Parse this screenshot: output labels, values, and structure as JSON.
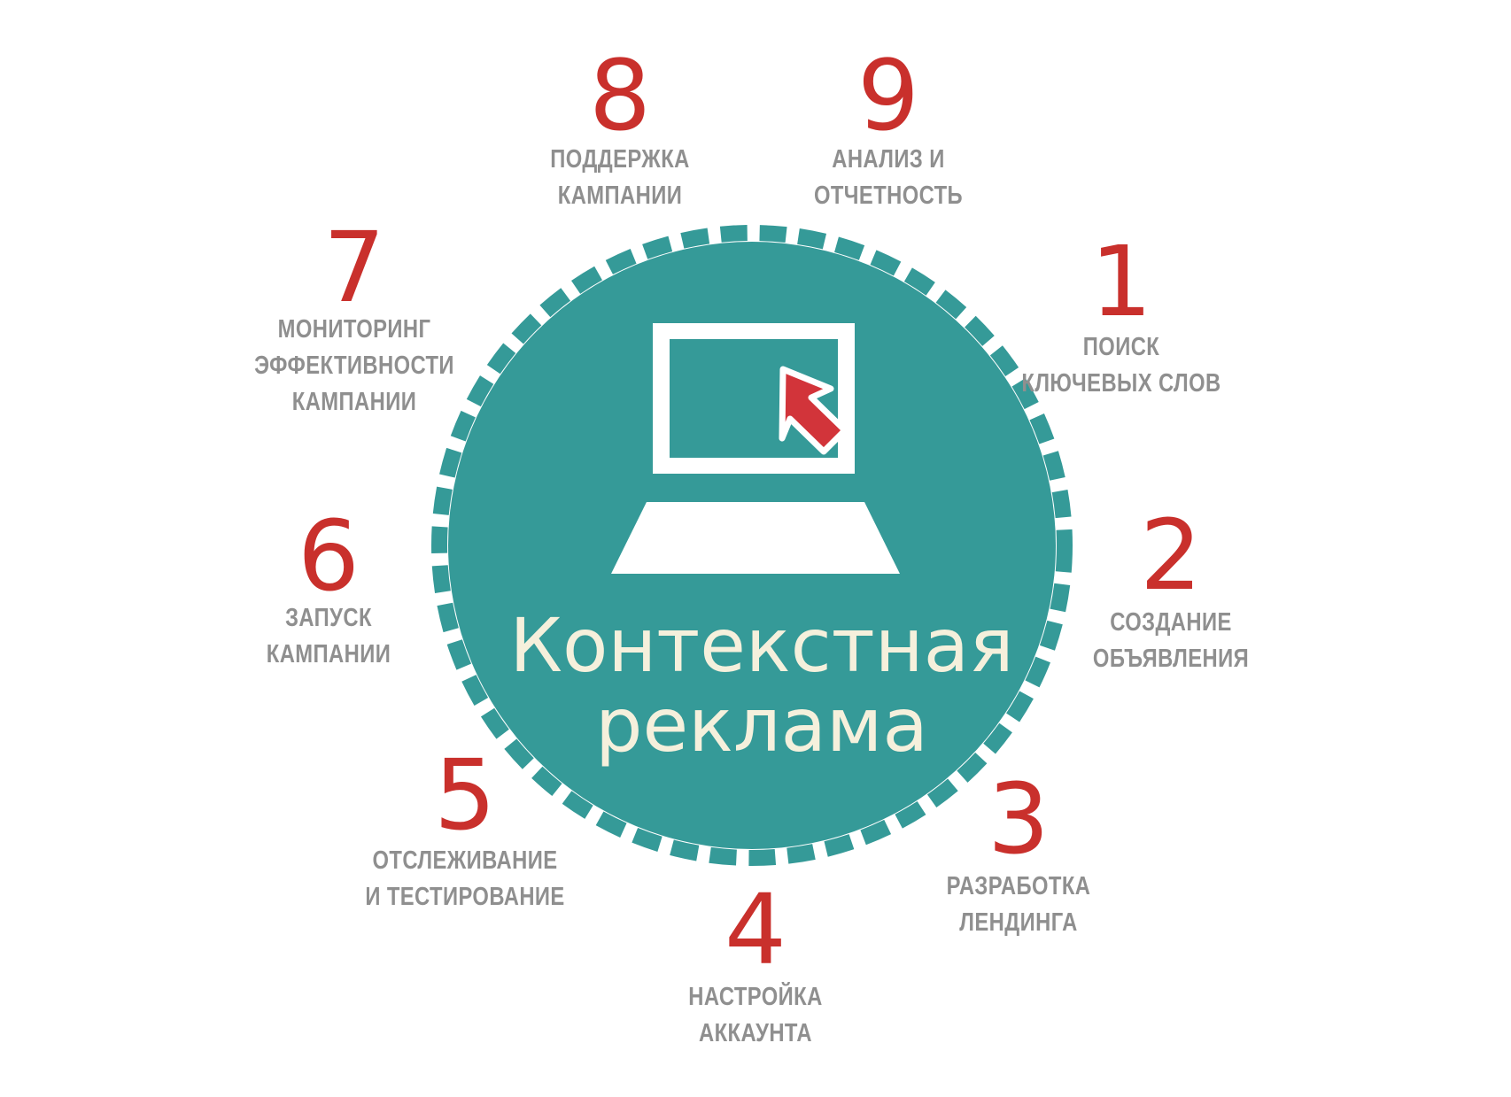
{
  "colors": {
    "circle_fill": "#359a98",
    "number": "#c9302c",
    "label": "#8f8f8f",
    "title": "#f5f0dc",
    "laptop": "#ffffff",
    "cursor": "#d2343a"
  },
  "center": {
    "title_line1": "Контекстная",
    "title_line2": "реклама",
    "icon": "laptop-with-cursor-icon"
  },
  "steps": [
    {
      "number": "1",
      "line1": "ПОИСК",
      "line2": "КЛЮЧЕВЫХ СЛОВ"
    },
    {
      "number": "2",
      "line1": "СОЗДАНИЕ",
      "line2": "ОБЪЯВЛЕНИЯ"
    },
    {
      "number": "3",
      "line1": "РАЗРАБОТКА",
      "line2": "ЛЕНДИНГА"
    },
    {
      "number": "4",
      "line1": "НАСТРОЙКА",
      "line2": "АККАУНТА"
    },
    {
      "number": "5",
      "line1": "ОТСЛЕЖИВАНИЕ",
      "line2": "И ТЕСТИРОВАНИЕ"
    },
    {
      "number": "6",
      "line1": "ЗАПУСК",
      "line2": "КАМПАНИИ"
    },
    {
      "number": "7",
      "line1": "МОНИТОРИНГ",
      "line2": "ЭФФЕКТИВНОСТИ",
      "line3": "КАМПАНИИ"
    },
    {
      "number": "8",
      "line1": "ПОДДЕРЖКА",
      "line2": "КАМПАНИИ"
    },
    {
      "number": "9",
      "line1": "АНАЛИЗ И",
      "line2": "ОТЧЕТНОСТЬ"
    }
  ]
}
